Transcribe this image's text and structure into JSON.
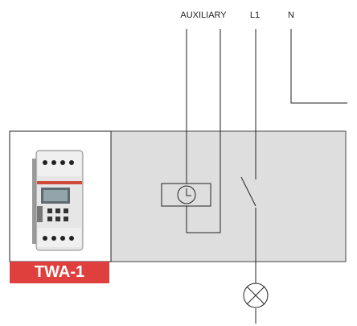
{
  "labels": {
    "auxiliary": "AUXILIARY",
    "line": "L1",
    "neutral": "N"
  },
  "product": {
    "name": "TWA-1",
    "label_color": "#e0403d"
  },
  "colors": {
    "module_fill": "#dedede",
    "wire": "#222222"
  },
  "icons": [
    "clock-icon",
    "switch-contact-icon",
    "lamp-icon",
    "timer-device-photo"
  ]
}
